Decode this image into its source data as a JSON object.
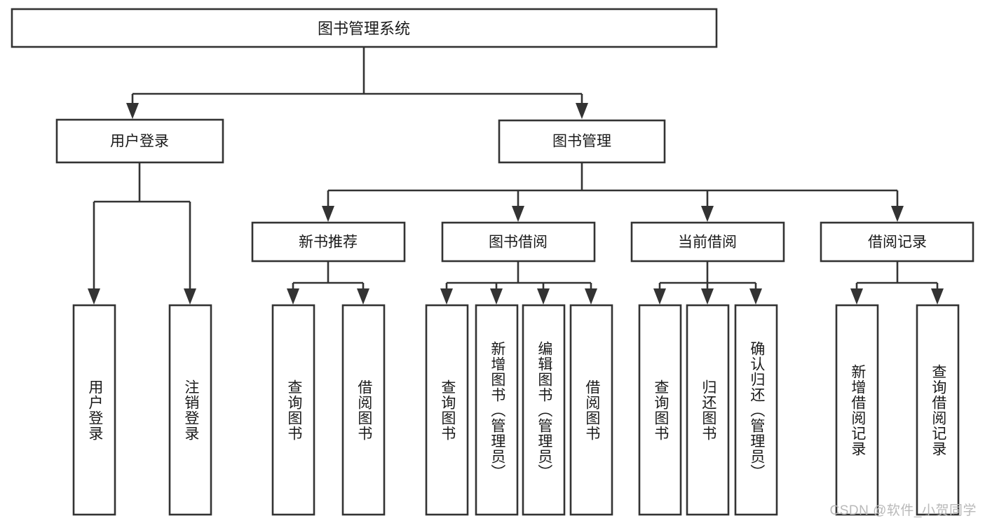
{
  "diagram": {
    "type": "hierarchy-tree",
    "title": "图书管理系统",
    "watermark": "CSDN @软件_小贺同学",
    "colors": {
      "stroke": "#333333",
      "box_fill": "#ffffff",
      "text": "#1a1a1a",
      "background": "#ffffff",
      "watermark": "#b9b9b9"
    },
    "root": {
      "label": "图书管理系统"
    },
    "level2": [
      {
        "label": "用户登录"
      },
      {
        "label": "图书管理"
      }
    ],
    "level3": [
      {
        "label": "新书推荐"
      },
      {
        "label": "图书借阅"
      },
      {
        "label": "当前借阅"
      },
      {
        "label": "借阅记录"
      }
    ],
    "leaves": {
      "user_login": [
        {
          "label": "用户登录"
        },
        {
          "label": "注销登录"
        }
      ],
      "new_book_recommend": [
        {
          "label": "查询图书"
        },
        {
          "label": "借阅图书"
        }
      ],
      "book_borrow": [
        {
          "label": "查询图书"
        },
        {
          "label": "新增图书（管理员）"
        },
        {
          "label": "编辑图书（管理员）"
        },
        {
          "label": "借阅图书"
        }
      ],
      "current_borrow": [
        {
          "label": "查询图书"
        },
        {
          "label": "归还图书"
        },
        {
          "label": "确认归还（管理员）"
        }
      ],
      "borrow_record": [
        {
          "label": "新增借阅记录"
        },
        {
          "label": "查询借阅记录"
        }
      ]
    }
  }
}
